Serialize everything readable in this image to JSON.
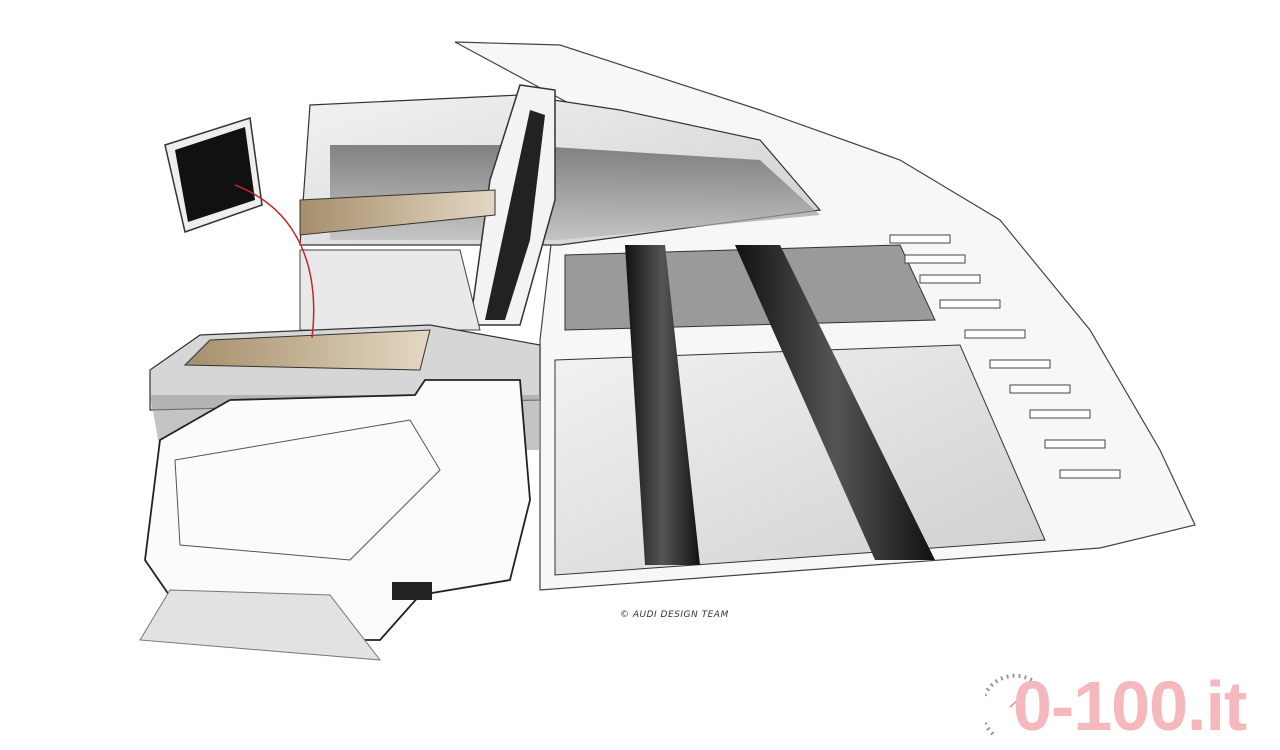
{
  "artwork": {
    "subject": "interior-sketch",
    "credit": "© AUDI DESIGN TEAM"
  },
  "watermark": {
    "text": "0-100.it",
    "color": "#f4b8bd",
    "icon": "speedometer-icon"
  }
}
